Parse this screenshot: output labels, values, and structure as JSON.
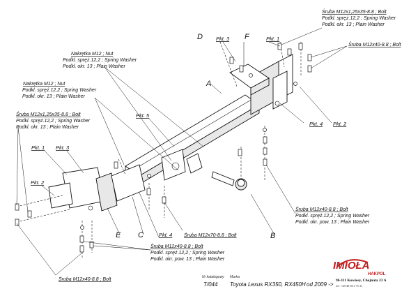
{
  "labels": {
    "bolt_m12x125x35_top": "Śruba M12x1,25x35-8.8 ;  Bolt",
    "spring_washer_top": "Podkl. spręż.12,2 ; Spring Washer",
    "plain_washer_top": "Podkl. okr. 13 ; Plain Washer",
    "bolt_m12x40_top": "Śruba M12x40-8.8 ;  Bolt",
    "nut_upper": "Nakrętka  M12 ; Nut",
    "spring_washer_upper": "Podkl. spręż.12,2 ; Spring Washer",
    "plain_washer_upper": "Podkl. okr. 13 ; Plain Washer",
    "nut_left": "Nakrętka  M12 ; Nut",
    "spring_washer_left": "Podkl. spręż.12,2 ; Spring Washer",
    "plain_washer_left": "Podkl. okr. 13 ; Plain Washer",
    "bolt_m12x125x35_left": "Śruba M12x1,25x35-8.8 ;  Bolt",
    "spring_washer_left2": "Podkl. spręż.12,2 ; Spring Washer",
    "plain_washer_left2": "Podkl. okr. 13 ; Plain Washer",
    "bolt_m12x40_right": "Śruba M12x40-8.8 ;  Bolt",
    "spring_washer_right": "Podkl. spręż.12,2 ; Spring Washer",
    "plain_washer_right": "Podkl. okr. pow. 13 ; Plain Washer",
    "bolt_m12x70": "Śruba M12x70-8.8 ;  Bolt",
    "bolt_m12x40_bottom": "Śruba M12x40-8.8 ;  Bolt",
    "spring_washer_bottom": "Podkl. spręż.12,2 ; Spring Washer",
    "plain_washer_bottom": "Podkl. okr. pow. 13 ; Plain Washer",
    "bolt_m12x40_lower_left": "Śruba M12x40-8.8 ;  Bolt"
  },
  "points": {
    "pkt3_top": "Pkt. 3",
    "pkt1_top": "Pkt. 1",
    "pkt5": "Pkt. 5",
    "pkt4_right": "Pkt. 4",
    "pkt2_right": "Pkt. 2",
    "pkt1_left": "Pkt. 1",
    "pkt3_left": "Pkt. 3",
    "pkt2_left": "Pkt. 2",
    "pkt4_bottom": "Pkt. 4"
  },
  "letters": {
    "a": "A",
    "b": "B",
    "c": "C",
    "d": "D",
    "e": "E",
    "f": "F"
  },
  "footer": {
    "catalog_label": "Nr katalogowy",
    "catalog_number": "T/044",
    "brand_label": "Marka",
    "model": "Toyota Lexus RX350, RX450H",
    "since": "od 2009 ->",
    "company_name": "IMIOŁA",
    "company_sub": "HAKPOL",
    "address": "96-111 Kowiesy, Chojnata 23 A",
    "phone": "tel. +48 46 831 75 31"
  },
  "colors": {
    "brand": "#c41e1e",
    "line": "#111111"
  }
}
